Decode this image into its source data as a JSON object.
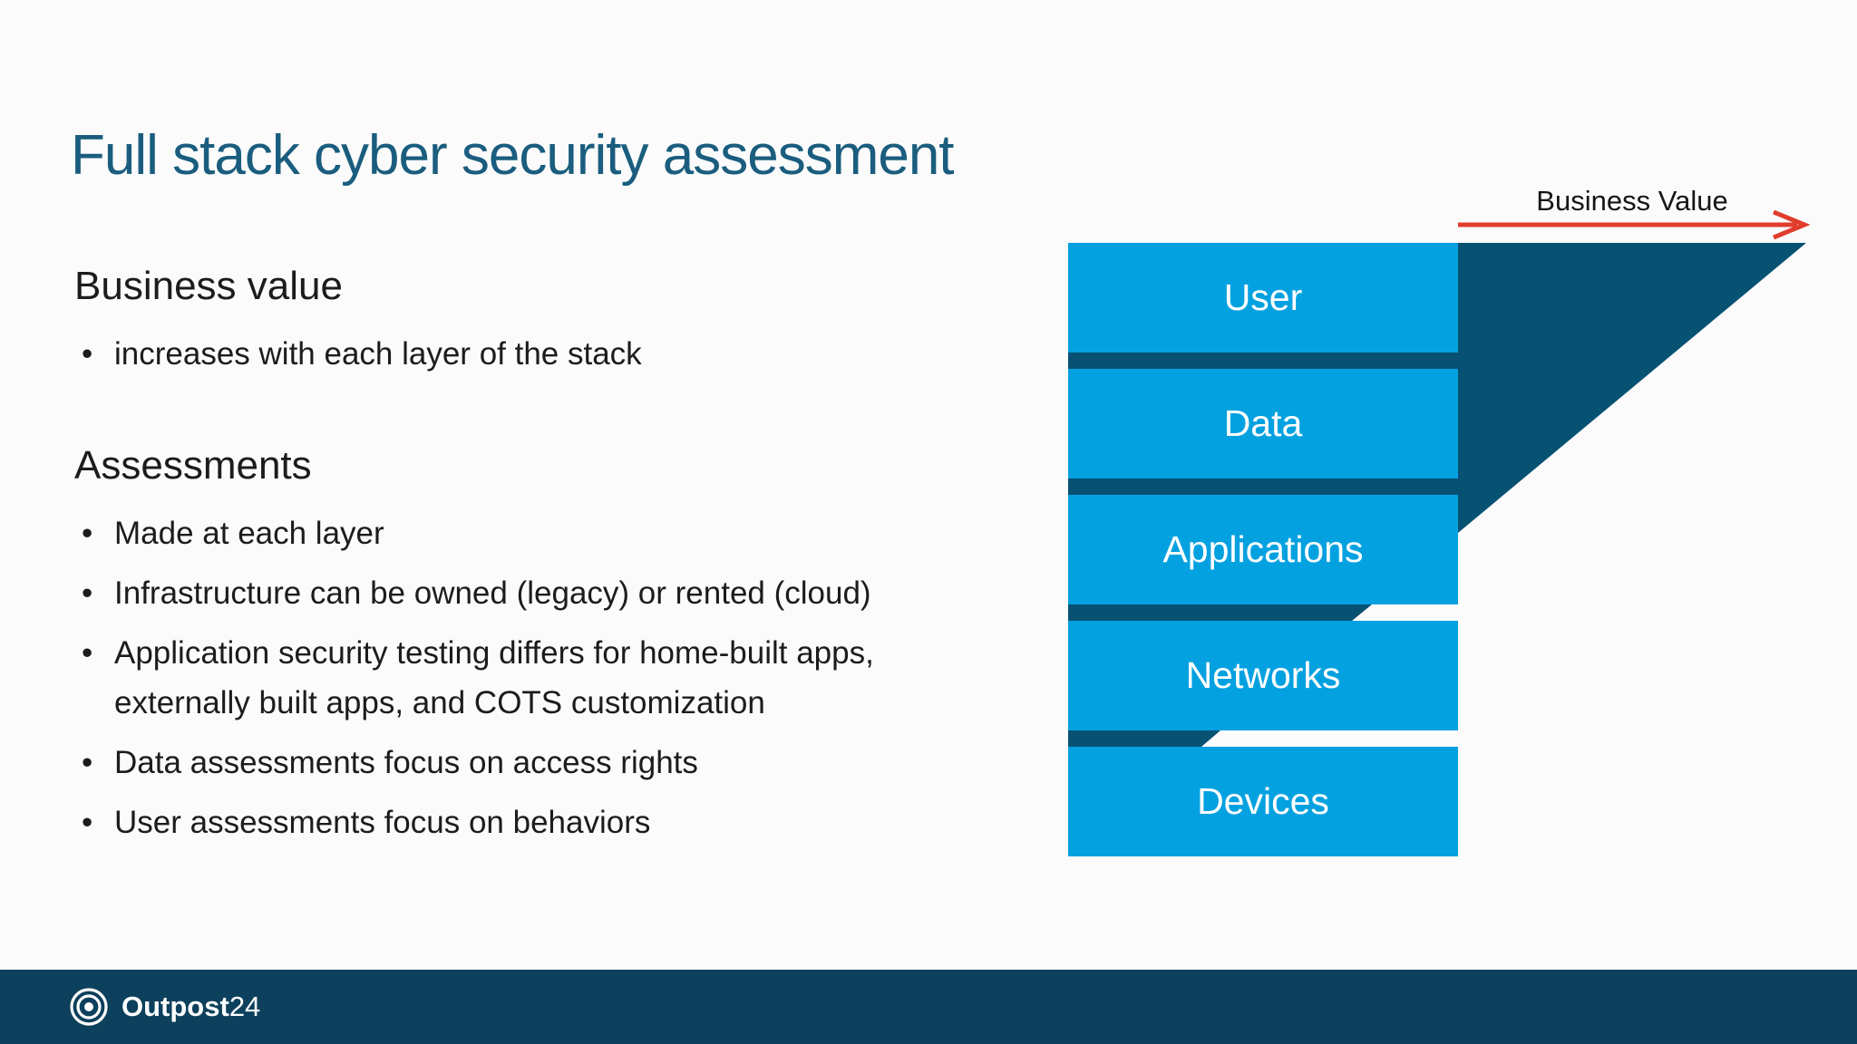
{
  "slide": {
    "title": "Full stack cyber security assessment"
  },
  "sections": [
    {
      "heading": "Business value",
      "bullets": [
        "increases with each layer of the stack"
      ]
    },
    {
      "heading": "Assessments",
      "bullets": [
        "Made at each layer",
        "Infrastructure can be owned (legacy) or rented (cloud)",
        "Application security testing differs for home-built apps, externally built apps, and COTS customization",
        "Data assessments focus on access rights",
        "User assessments focus on behaviors"
      ]
    }
  ],
  "diagram": {
    "arrow_label": "Business Value",
    "layers": [
      "User",
      "Data",
      "Applications",
      "Networks",
      "Devices"
    ],
    "colors": {
      "layer_fill": "#04a1e0",
      "accent_dark": "#075173",
      "arrow_red": "#e13c2c"
    }
  },
  "footer": {
    "brand_bold": "Outpost",
    "brand_number": "24",
    "logo_icon": "concentric-circles-icon",
    "bg_color": "#0d405c"
  }
}
